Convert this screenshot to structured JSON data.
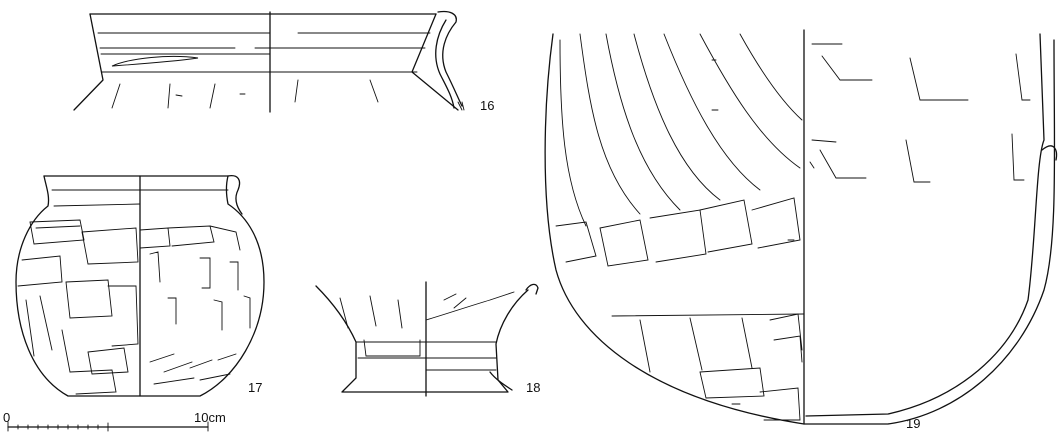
{
  "figures": [
    {
      "id": "16",
      "label": "16"
    },
    {
      "id": "17",
      "label": "17"
    },
    {
      "id": "18",
      "label": "18"
    },
    {
      "id": "19",
      "label": "19"
    }
  ],
  "scale_bar": {
    "start_label": "0",
    "end_label": "10cm"
  }
}
